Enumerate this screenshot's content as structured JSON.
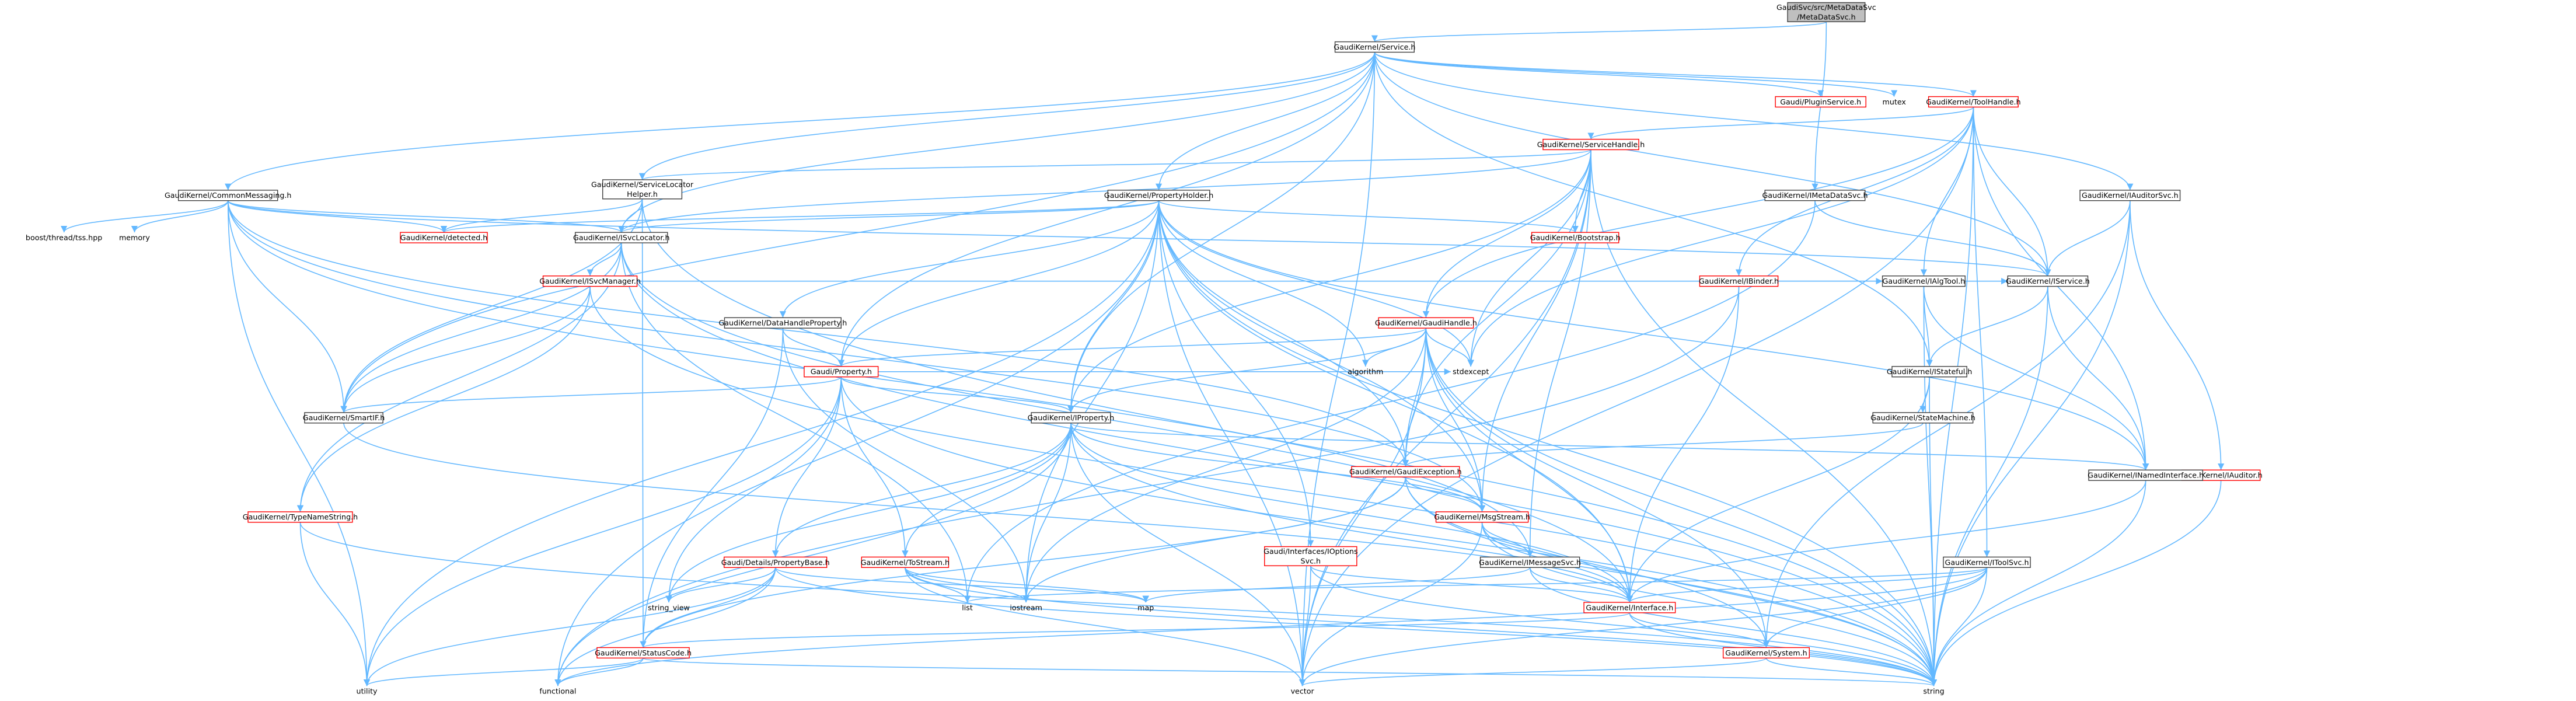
{
  "nodes": [
    {
      "id": "root",
      "lines": [
        "GaudiSvc/src/MetaDataSvc",
        "/MetaDataSvc.h"
      ],
      "style": "root"
    },
    {
      "id": "service",
      "lines": [
        "GaudiKernel/Service.h"
      ],
      "style": "black"
    },
    {
      "id": "imetadatasvc",
      "lines": [
        "GaudiKernel/IMetaDataSvc.h"
      ],
      "style": "black"
    },
    {
      "id": "commonmessaging",
      "lines": [
        "GaudiKernel/CommonMessaging.h"
      ],
      "style": "black"
    },
    {
      "id": "svclocatorhelper",
      "lines": [
        "GaudiKernel/ServiceLocator",
        "Helper.h"
      ],
      "style": "black"
    },
    {
      "id": "propertyholder",
      "lines": [
        "GaudiKernel/PropertyHolder.h"
      ],
      "style": "black"
    },
    {
      "id": "pluginservice",
      "lines": [
        "Gaudi/PluginService.h"
      ],
      "style": "red"
    },
    {
      "id": "mutex",
      "lines": [
        "mutex"
      ],
      "style": "nobox"
    },
    {
      "id": "toolhandle",
      "lines": [
        "GaudiKernel/ToolHandle.h"
      ],
      "style": "red"
    },
    {
      "id": "iauditorsvc",
      "lines": [
        "GaudiKernel/IAuditorSvc.h"
      ],
      "style": "black"
    },
    {
      "id": "servicehandle",
      "lines": [
        "GaudiKernel/ServiceHandle.h"
      ],
      "style": "red"
    },
    {
      "id": "boostthread",
      "lines": [
        "boost/thread/tss.hpp"
      ],
      "style": "nobox"
    },
    {
      "id": "memory",
      "lines": [
        "memory"
      ],
      "style": "nobox"
    },
    {
      "id": "detected",
      "lines": [
        "GaudiKernel/detected.h"
      ],
      "style": "red"
    },
    {
      "id": "isvclocator",
      "lines": [
        "GaudiKernel/ISvcLocator.h"
      ],
      "style": "black"
    },
    {
      "id": "bootstrap",
      "lines": [
        "GaudiKernel/Bootstrap.h"
      ],
      "style": "red"
    },
    {
      "id": "isvcmanager",
      "lines": [
        "GaudiKernel/ISvcManager.h"
      ],
      "style": "red"
    },
    {
      "id": "ibinder",
      "lines": [
        "GaudiKernel/IBinder.h"
      ],
      "style": "red"
    },
    {
      "id": "ialgtool",
      "lines": [
        "GaudiKernel/IAlgTool.h"
      ],
      "style": "black"
    },
    {
      "id": "iservice",
      "lines": [
        "GaudiKernel/IService.h"
      ],
      "style": "black"
    },
    {
      "id": "datahandleproperty",
      "lines": [
        "GaudiKernel/DataHandleProperty.h"
      ],
      "style": "black"
    },
    {
      "id": "gaudihandle",
      "lines": [
        "GaudiKernel/GaudiHandle.h"
      ],
      "style": "red"
    },
    {
      "id": "property",
      "lines": [
        "Gaudi/Property.h"
      ],
      "style": "red"
    },
    {
      "id": "algorithm",
      "lines": [
        "algorithm"
      ],
      "style": "nobox"
    },
    {
      "id": "stdexcept",
      "lines": [
        "stdexcept"
      ],
      "style": "nobox"
    },
    {
      "id": "istateful",
      "lines": [
        "GaudiKernel/IStateful.h"
      ],
      "style": "black"
    },
    {
      "id": "smartif",
      "lines": [
        "GaudiKernel/SmartIF.h"
      ],
      "style": "black"
    },
    {
      "id": "iproperty",
      "lines": [
        "GaudiKernel/IProperty.h"
      ],
      "style": "black"
    },
    {
      "id": "statemachine",
      "lines": [
        "GaudiKernel/StateMachine.h"
      ],
      "style": "black"
    },
    {
      "id": "iauditor",
      "lines": [
        "GaudiKernel/IAuditor.h"
      ],
      "style": "red"
    },
    {
      "id": "gaudiexception",
      "lines": [
        "GaudiKernel/GaudiException.h"
      ],
      "style": "red"
    },
    {
      "id": "inamedinterface",
      "lines": [
        "GaudiKernel/INamedInterface.h"
      ],
      "style": "black"
    },
    {
      "id": "typenamestring",
      "lines": [
        "GaudiKernel/TypeNameString.h"
      ],
      "style": "red"
    },
    {
      "id": "msgstream",
      "lines": [
        "GaudiKernel/MsgStream.h"
      ],
      "style": "red"
    },
    {
      "id": "propertybase",
      "lines": [
        "Gaudi/Details/PropertyBase.h"
      ],
      "style": "red"
    },
    {
      "id": "tostream",
      "lines": [
        "GaudiKernel/ToStream.h"
      ],
      "style": "red"
    },
    {
      "id": "ioptionssvc",
      "lines": [
        "Gaudi/Interfaces/IOptions",
        "Svc.h"
      ],
      "style": "red"
    },
    {
      "id": "imessagesvc",
      "lines": [
        "GaudiKernel/IMessageSvc.h"
      ],
      "style": "black"
    },
    {
      "id": "itoolsvc",
      "lines": [
        "GaudiKernel/IToolSvc.h"
      ],
      "style": "black"
    },
    {
      "id": "list",
      "lines": [
        "list"
      ],
      "style": "nobox"
    },
    {
      "id": "iostream",
      "lines": [
        "iostream"
      ],
      "style": "nobox"
    },
    {
      "id": "map",
      "lines": [
        "map"
      ],
      "style": "nobox"
    },
    {
      "id": "interface",
      "lines": [
        "GaudiKernel/Interface.h"
      ],
      "style": "red"
    },
    {
      "id": "string_view",
      "lines": [
        "string_view"
      ],
      "style": "nobox"
    },
    {
      "id": "statuscode",
      "lines": [
        "GaudiKernel/StatusCode.h"
      ],
      "style": "red"
    },
    {
      "id": "system",
      "lines": [
        "GaudiKernel/System.h"
      ],
      "style": "red"
    },
    {
      "id": "utility",
      "lines": [
        "utility"
      ],
      "style": "nobox"
    },
    {
      "id": "functional",
      "lines": [
        "functional"
      ],
      "style": "nobox"
    },
    {
      "id": "vector",
      "lines": [
        "vector"
      ],
      "style": "nobox"
    },
    {
      "id": "string",
      "lines": [
        "string"
      ],
      "style": "nobox"
    }
  ],
  "edges": [
    [
      "root",
      "service"
    ],
    [
      "root",
      "imetadatasvc"
    ],
    [
      "service",
      "commonmessaging"
    ],
    [
      "service",
      "svclocatorhelper"
    ],
    [
      "service",
      "propertyholder"
    ],
    [
      "service",
      "pluginservice"
    ],
    [
      "service",
      "mutex"
    ],
    [
      "service",
      "toolhandle"
    ],
    [
      "service",
      "iauditorsvc"
    ],
    [
      "service",
      "isvclocator"
    ],
    [
      "service",
      "smartif"
    ],
    [
      "service",
      "property"
    ],
    [
      "service",
      "iproperty"
    ],
    [
      "service",
      "iservice"
    ],
    [
      "service",
      "istateful"
    ],
    [
      "service",
      "vector"
    ],
    [
      "imetadatasvc",
      "iservice"
    ],
    [
      "imetadatasvc",
      "list"
    ],
    [
      "commonmessaging",
      "boostthread"
    ],
    [
      "commonmessaging",
      "memory"
    ],
    [
      "commonmessaging",
      "detected"
    ],
    [
      "commonmessaging",
      "isvclocator"
    ],
    [
      "commonmessaging",
      "smartif"
    ],
    [
      "commonmessaging",
      "imessagesvc"
    ],
    [
      "commonmessaging",
      "msgstream"
    ],
    [
      "commonmessaging",
      "iservice"
    ],
    [
      "commonmessaging",
      "utility"
    ],
    [
      "commonmessaging",
      "gaudiexception"
    ],
    [
      "svclocatorhelper",
      "isvclocator"
    ],
    [
      "svclocatorhelper",
      "detected"
    ],
    [
      "svclocatorhelper",
      "statuscode"
    ],
    [
      "svclocatorhelper",
      "string"
    ],
    [
      "svclocatorhelper",
      "smartif"
    ],
    [
      "propertyholder",
      "detected"
    ],
    [
      "propertyholder",
      "isvclocator"
    ],
    [
      "propertyholder",
      "bootstrap"
    ],
    [
      "propertyholder",
      "datahandleproperty"
    ],
    [
      "propertyholder",
      "property"
    ],
    [
      "propertyholder",
      "iproperty"
    ],
    [
      "propertyholder",
      "algorithm"
    ],
    [
      "propertyholder",
      "stdexcept"
    ],
    [
      "propertyholder",
      "gaudiexception"
    ],
    [
      "propertyholder",
      "msgstream"
    ],
    [
      "propertyholder",
      "ioptionssvc"
    ],
    [
      "propertyholder",
      "iostream"
    ],
    [
      "propertyholder",
      "vector"
    ],
    [
      "propertyholder",
      "utility"
    ],
    [
      "propertyholder",
      "functional"
    ],
    [
      "propertyholder",
      "string"
    ],
    [
      "propertyholder",
      "inamedinterface"
    ],
    [
      "propertyholder",
      "interface"
    ],
    [
      "toolhandle",
      "servicehandle"
    ],
    [
      "toolhandle",
      "gaudihandle"
    ],
    [
      "toolhandle",
      "ibinder"
    ],
    [
      "toolhandle",
      "ialgtool"
    ],
    [
      "toolhandle",
      "itoolsvc"
    ],
    [
      "toolhandle",
      "inamedinterface"
    ],
    [
      "toolhandle",
      "iservice"
    ],
    [
      "toolhandle",
      "stdexcept"
    ],
    [
      "toolhandle",
      "string"
    ],
    [
      "toolhandle",
      "vector"
    ],
    [
      "iauditorsvc",
      "iservice"
    ],
    [
      "iauditorsvc",
      "iauditor"
    ],
    [
      "iauditorsvc",
      "system"
    ],
    [
      "iauditorsvc",
      "string"
    ],
    [
      "servicehandle",
      "svclocatorhelper"
    ],
    [
      "servicehandle",
      "gaudihandle"
    ],
    [
      "servicehandle",
      "isvclocator"
    ],
    [
      "servicehandle",
      "bootstrap"
    ],
    [
      "servicehandle",
      "imessagesvc"
    ],
    [
      "servicehandle",
      "gaudiexception"
    ],
    [
      "servicehandle",
      "msgstream"
    ],
    [
      "servicehandle",
      "stdexcept"
    ],
    [
      "servicehandle",
      "iproperty"
    ],
    [
      "servicehandle",
      "string"
    ],
    [
      "servicehandle",
      "vector"
    ],
    [
      "isvclocator",
      "isvcmanager"
    ],
    [
      "isvclocator",
      "smartif"
    ],
    [
      "isvclocator",
      "interface"
    ],
    [
      "isvclocator",
      "string"
    ],
    [
      "isvclocator",
      "list"
    ],
    [
      "isvclocator",
      "typenamestring"
    ],
    [
      "isvcmanager",
      "iservice"
    ],
    [
      "isvcmanager",
      "smartif"
    ],
    [
      "isvcmanager",
      "typenamestring"
    ],
    [
      "isvcmanager",
      "string"
    ],
    [
      "ibinder",
      "ialgtool"
    ],
    [
      "ibinder",
      "interface"
    ],
    [
      "ibinder",
      "functional"
    ],
    [
      "ialgtool",
      "istateful"
    ],
    [
      "ialgtool",
      "inamedinterface"
    ],
    [
      "ialgtool",
      "string"
    ],
    [
      "iservice",
      "istateful"
    ],
    [
      "iservice",
      "inamedinterface"
    ],
    [
      "iservice",
      "string"
    ],
    [
      "datahandleproperty",
      "property"
    ],
    [
      "datahandleproperty",
      "iostream"
    ],
    [
      "datahandleproperty",
      "statuscode"
    ],
    [
      "gaudihandle",
      "property"
    ],
    [
      "gaudihandle",
      "gaudiexception"
    ],
    [
      "gaudihandle",
      "iproperty"
    ],
    [
      "gaudihandle",
      "system"
    ],
    [
      "gaudihandle",
      "algorithm"
    ],
    [
      "gaudihandle",
      "iostream"
    ],
    [
      "gaudihandle",
      "stdexcept"
    ],
    [
      "gaudihandle",
      "string"
    ],
    [
      "gaudihandle",
      "vector"
    ],
    [
      "gaudihandle",
      "msgstream"
    ],
    [
      "gaudihandle",
      "interface"
    ],
    [
      "property",
      "propertybase"
    ],
    [
      "property",
      "tostream"
    ],
    [
      "property",
      "smartif"
    ],
    [
      "property",
      "iproperty"
    ],
    [
      "property",
      "stdexcept"
    ],
    [
      "property",
      "string"
    ],
    [
      "property",
      "utility"
    ],
    [
      "property",
      "string_view"
    ],
    [
      "istateful",
      "statemachine"
    ],
    [
      "istateful",
      "interface"
    ],
    [
      "istateful",
      "string"
    ],
    [
      "smartif",
      "interface"
    ],
    [
      "iproperty",
      "propertybase"
    ],
    [
      "iproperty",
      "interface"
    ],
    [
      "iproperty",
      "inamedinterface"
    ],
    [
      "iproperty",
      "tostream"
    ],
    [
      "iproperty",
      "iostream"
    ],
    [
      "iproperty",
      "string"
    ],
    [
      "iproperty",
      "vector"
    ],
    [
      "iproperty",
      "functional"
    ],
    [
      "iproperty",
      "string_view"
    ],
    [
      "iproperty",
      "msgstream"
    ],
    [
      "statemachine",
      "gaudiexception"
    ],
    [
      "iauditor",
      "inamedinterface"
    ],
    [
      "iauditor",
      "string"
    ],
    [
      "gaudiexception",
      "msgstream"
    ],
    [
      "gaudiexception",
      "statuscode"
    ],
    [
      "gaudiexception",
      "system"
    ],
    [
      "gaudiexception",
      "string"
    ],
    [
      "gaudiexception",
      "iostream"
    ],
    [
      "inamedinterface",
      "interface"
    ],
    [
      "inamedinterface",
      "string"
    ],
    [
      "typenamestring",
      "utility"
    ],
    [
      "typenamestring",
      "string"
    ],
    [
      "msgstream",
      "imessagesvc"
    ],
    [
      "msgstream",
      "interface"
    ],
    [
      "msgstream",
      "string"
    ],
    [
      "msgstream",
      "vector"
    ],
    [
      "propertybase",
      "string"
    ],
    [
      "propertybase",
      "string_view"
    ],
    [
      "propertybase",
      "utility"
    ],
    [
      "propertybase",
      "functional"
    ],
    [
      "propertybase",
      "statuscode"
    ],
    [
      "propertybase",
      "map"
    ],
    [
      "tostream",
      "list"
    ],
    [
      "tostream",
      "iostream"
    ],
    [
      "tostream",
      "string"
    ],
    [
      "tostream",
      "vector"
    ],
    [
      "tostream",
      "map"
    ],
    [
      "ioptionssvc",
      "interface"
    ],
    [
      "ioptionssvc",
      "vector"
    ],
    [
      "ioptionssvc",
      "string"
    ],
    [
      "imessagesvc",
      "interface"
    ],
    [
      "imessagesvc",
      "string"
    ],
    [
      "imessagesvc",
      "map"
    ],
    [
      "itoolsvc",
      "interface"
    ],
    [
      "itoolsvc",
      "list"
    ],
    [
      "itoolsvc",
      "string"
    ],
    [
      "itoolsvc",
      "system"
    ],
    [
      "itoolsvc",
      "vector"
    ],
    [
      "itoolsvc",
      "functional"
    ],
    [
      "interface",
      "statuscode"
    ],
    [
      "interface",
      "system"
    ],
    [
      "interface",
      "string"
    ],
    [
      "statuscode",
      "utility"
    ],
    [
      "statuscode",
      "functional"
    ],
    [
      "statuscode",
      "string"
    ],
    [
      "system",
      "string"
    ],
    [
      "system",
      "vector"
    ]
  ]
}
